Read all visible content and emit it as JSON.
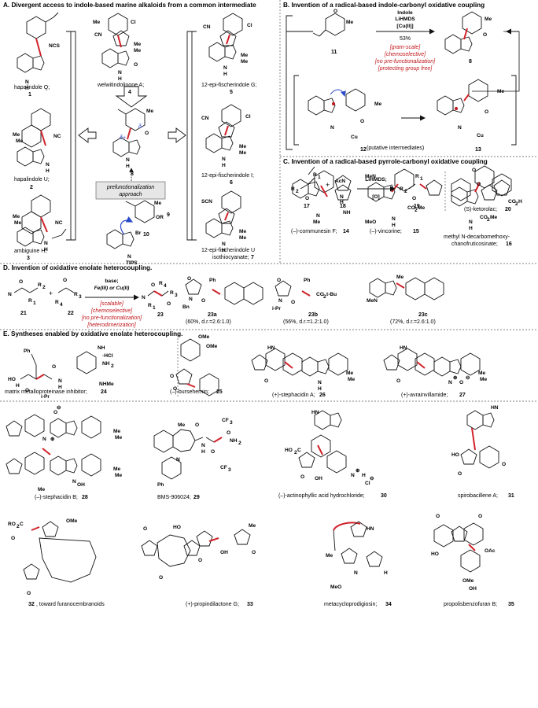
{
  "sections": {
    "A": "A. Divergent access to indole-based marine alkaloids from a common intermediate",
    "B": "B. Invention of a radical-based indole-carbonyl oxidative coupling",
    "C": "C. Invention of a radical-based pyrrole-carbonyl oxidative coupling",
    "D": "D. Invention of oxidative enolate heterocoupling.",
    "E": "E. Syntheses enabled by oxidative enolate heterocoupling."
  },
  "A": {
    "c1_name": "hapalindole Q;",
    "c1_num": "1",
    "c2_name": "hapalindole U;",
    "c2_num": "2",
    "c3_name": "ambiguine H;",
    "c3_num": "3",
    "c4_name": "welwitindolinone A;",
    "c4_num": "4",
    "c5_name": "12-epi-fischerindole G;",
    "c5_num": "5",
    "c6_name": "12-epi-fischerindole I;",
    "c6_num": "6",
    "c7_name": "12-epi-fischerindole U",
    "c7_name2": "isothiocyanate;",
    "c7_num": "7",
    "c8_num": "8",
    "c9_num": "9",
    "c10_num": "10",
    "prefunc_1": "prefunctionalization",
    "prefunc_2": "approach",
    "delta_plus": "δ+",
    "delta_minus": "δ-"
  },
  "B": {
    "reagent1": "Indole",
    "reagent2": "LiHMDS",
    "reagent3": "[Cu(II)]",
    "yield": "53%",
    "f1": "[gram-scale]",
    "f2": "[chemoselective]",
    "f3": "[no pre-functionalization]",
    "f4": "[protecting group free]",
    "c11": "11",
    "c8": "8",
    "c12": "12",
    "c13": "13",
    "putative": "(putative intermediates)",
    "c14_name": "(–)-communesin F;",
    "c14_num": "14",
    "c15_name": "(–)-vincorine;",
    "c15_num": "15",
    "c16_name1": "methyl N-decarbomethoxy-",
    "c16_name2": "chanofruticosinate;",
    "c16_num": "16"
  },
  "C": {
    "reagent1": "LiHMDS;",
    "reagent2": "[O]",
    "c17": "17",
    "c18": "18",
    "c19": "19",
    "keto_name": "(S)-ketorolac;",
    "keto_num": "20"
  },
  "D": {
    "reagent1": "base;",
    "reagent2": "Fe(III) or Cu(II)",
    "f1": "[scalable]",
    "f2": "[chemoselective]",
    "f3": "[no pre-functionalization]",
    "f4": "[heterodimerization]",
    "c21": "21",
    "c22": "22",
    "c23": "23",
    "c23a": "23a",
    "c23a_y": "(60%, d.r.=2.6:1.0)",
    "c23b": "23b",
    "c23b_y": "(56%, d.r.=1.2:1.0)",
    "c23c": "23c",
    "c23c_y": "(72%, d.r.=2.6:1.0)"
  },
  "E": {
    "c24_name": "matrix metalloproteinase inhibitor;",
    "c24_num": "24",
    "c25_name": "(–)-bursehernin;",
    "c25_num": "25",
    "c26_name": "(+)-stephacidin A;",
    "c26_num": "26",
    "c27_name": "(+)-avrainvillamide;",
    "c27_num": "27",
    "c28_name": "(–)-stephacidin B;",
    "c28_num": "28",
    "c29_name": "BMS-906024;",
    "c29_num": "29",
    "c30_name": "(–)-actinophyllic acid hydrochloride;",
    "c30_num": "30",
    "c31_name": "spirobacillene A;",
    "c31_num": "31",
    "c32_name": ", toward furanocembranoids",
    "c32_num": "32",
    "c33_name": "(+)-propindilactone G;",
    "c33_num": "33",
    "c34_name": "metacycloprodigiosin;",
    "c34_num": "34",
    "c35_name": "propolisbenzofuran B;",
    "c35_num": "35"
  }
}
